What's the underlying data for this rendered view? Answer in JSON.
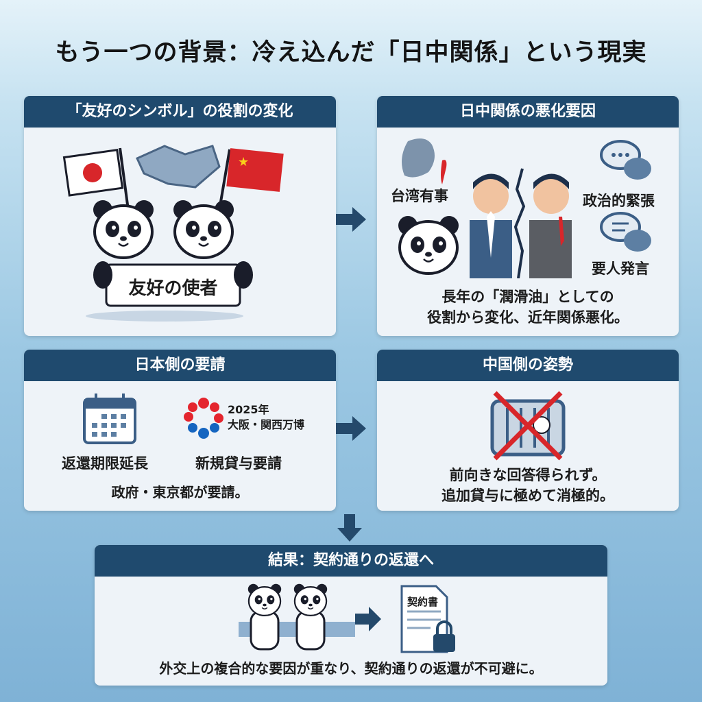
{
  "title": "もう一つの背景：冷え込んだ「日中関係」という現実",
  "panel1": {
    "header": "「友好のシンボル」の役割の変化",
    "banner": "友好の使者"
  },
  "panel2": {
    "header": "日中関係の悪化要因",
    "labels": [
      "台湾有事",
      "政治的緊張",
      "要人発言"
    ],
    "caption_lines": [
      "長年の「潤滑油」としての",
      "役割から変化、近年関係悪化。"
    ]
  },
  "panel3": {
    "header": "日本側の要請",
    "expo_year": "2025年",
    "expo_name": "大阪・関西万博",
    "labels": [
      "返還期限延長",
      "新規貸与要請"
    ],
    "caption": "政府・東京都が要請。"
  },
  "panel4": {
    "header": "中国側の姿勢",
    "caption_lines": [
      "前向きな回答得られず。",
      "追加貸与に極めて消極的。"
    ]
  },
  "panel5": {
    "header": "結果：契約通りの返還へ",
    "document_label": "契約書",
    "caption": "外交上の複合的な要因が重なり、契約通りの返還が不可避に。"
  },
  "colors": {
    "header": "#1f4a6e",
    "accent_red": "#d8262a",
    "arrow": "#24496b"
  }
}
